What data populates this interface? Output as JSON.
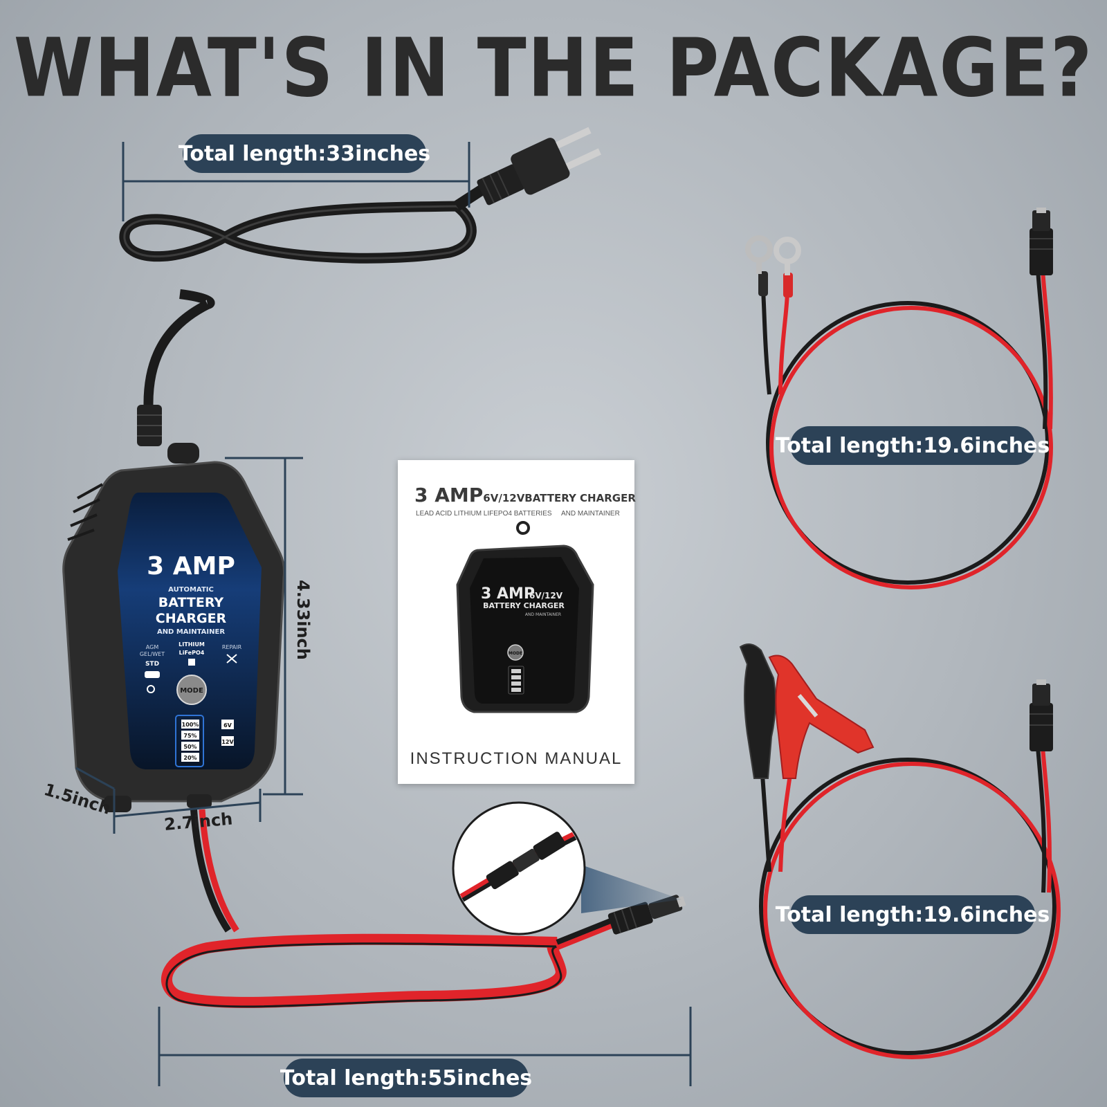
{
  "headline": "WHAT'S IN THE PACKAGE?",
  "power_cord": {
    "length_label": "Total length:33inches"
  },
  "charger": {
    "amp": "3 AMP",
    "line1": "AUTOMATIC",
    "line2": "BATTERY",
    "line3": "CHARGER",
    "line4": "AND MAINTAINER",
    "mode_agm": "AGM",
    "mode_gel": "GEL/WET",
    "mode_std": "STD",
    "mode_lithium": "LITHIUM",
    "mode_lifepo4": "LiFePO4",
    "mode_repair": "REPAIR",
    "mode_button": "MODE",
    "levels": [
      "100%",
      "75%",
      "50%",
      "20%"
    ],
    "volt_6": "6V",
    "volt_12": "12V",
    "height_label": "4.33inch",
    "depth_label": "1.5inch",
    "width_label": "2.7inch"
  },
  "output_cable": {
    "length_label": "Total length:55inches"
  },
  "manual": {
    "title_amp": "3 AMP",
    "title_rest": "6V/12VBATTERY CHARGER",
    "subtitle_left": "LEAD ACID LITHIUM LIFEPO4 BATTERIES",
    "subtitle_right": "AND MAINTAINER",
    "mini_amp": "3 AMP",
    "mini_volt": "6V/12V",
    "mini_line": "BATTERY CHARGER",
    "mini_maint": "AND MAINTAINER",
    "mini_mode": "MODE",
    "footer": "INSTRUCTION MANUAL"
  },
  "ring_cable": {
    "length_label": "Total length:19.6inches"
  },
  "clamp_cable": {
    "length_label": "Total length:19.6inches"
  },
  "colors": {
    "pill_bg": "#2c4257",
    "dimension_line": "#2c4257",
    "wire_red": "#e0242a",
    "wire_black": "#1a1a1a",
    "charger_face": "#0e2a52"
  }
}
